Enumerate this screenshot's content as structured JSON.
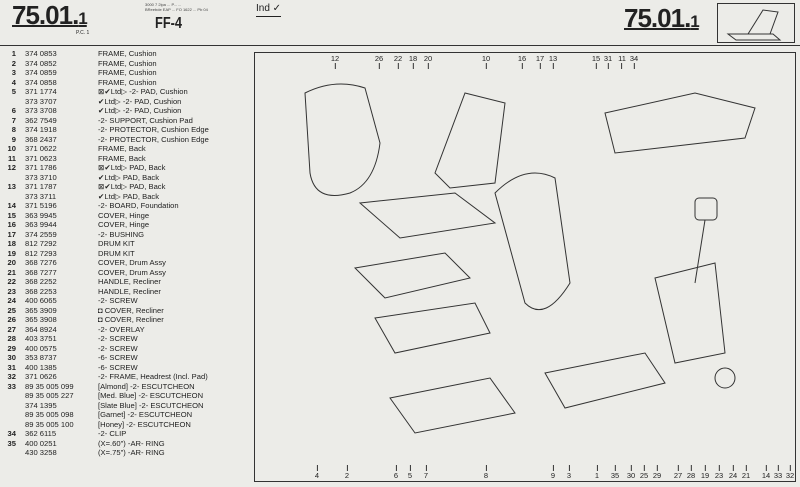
{
  "header": {
    "section_left": "75.01.",
    "section_left_sub": "1",
    "page_ref": "P.C. 1",
    "model": "FF-4",
    "fine_print": [
      "3000 7 2ipa ... P... ...",
      "BReebde EAP ... FO 1622 ... Pb 04"
    ],
    "indicator": "Ind",
    "section_right": "75.01.",
    "section_right_sub": "1"
  },
  "parts": [
    {
      "n": "1",
      "p": "374 0853",
      "d": "FRAME, Cushion"
    },
    {
      "n": "2",
      "p": "374 0852",
      "d": "FRAME, Cushion"
    },
    {
      "n": "3",
      "p": "374 0859",
      "d": "FRAME, Cushion"
    },
    {
      "n": "4",
      "p": "374 0858",
      "d": "FRAME, Cushion"
    },
    {
      "n": "5",
      "p": "371 1774",
      "d": "⊠✔Ltd▷ -2- PAD, Cushion"
    },
    {
      "n": "",
      "p": "373 3707",
      "d": "✔Ltd▷ -2- PAD, Cushion"
    },
    {
      "n": "6",
      "p": "373 3708",
      "d": "✔Ltd▷ -2- PAD, Cushion"
    },
    {
      "n": "7",
      "p": "362 7549",
      "d": "-2- SUPPORT, Cushion Pad"
    },
    {
      "n": "8",
      "p": "374 1918",
      "d": "-2- PROTECTOR, Cushion Edge"
    },
    {
      "n": "9",
      "p": "368 2437",
      "d": "-2- PROTECTOR, Cushion Edge"
    },
    {
      "n": "10",
      "p": "371 0622",
      "d": "FRAME, Back"
    },
    {
      "n": "11",
      "p": "371 0623",
      "d": "FRAME, Back"
    },
    {
      "n": "12",
      "p": "371 1786",
      "d": "⊠✔Ltd▷ PAD, Back"
    },
    {
      "n": "",
      "p": "373 3710",
      "d": "✔Ltd▷ PAD, Back"
    },
    {
      "n": "13",
      "p": "371 1787",
      "d": "⊠✔Ltd▷ PAD, Back"
    },
    {
      "n": "",
      "p": "373 3711",
      "d": "✔Ltd▷ PAD, Back"
    },
    {
      "n": "14",
      "p": "371 5196",
      "d": "-2- BOARD, Foundation"
    },
    {
      "n": "15",
      "p": "363 9945",
      "d": "COVER, Hinge"
    },
    {
      "n": "16",
      "p": "363 9944",
      "d": "COVER, Hinge"
    },
    {
      "n": "17",
      "p": "374 2559",
      "d": "-2- BUSHING"
    },
    {
      "n": "18",
      "p": "812 7292",
      "d": "DRUM KIT"
    },
    {
      "n": "19",
      "p": "812 7293",
      "d": "DRUM KIT"
    },
    {
      "n": "20",
      "p": "368 7276",
      "d": "COVER, Drum Assy"
    },
    {
      "n": "21",
      "p": "368 7277",
      "d": "COVER, Drum Assy"
    },
    {
      "n": "22",
      "p": "368 2252",
      "d": "HANDLE, Recliner"
    },
    {
      "n": "23",
      "p": "368 2253",
      "d": "HANDLE, Recliner"
    },
    {
      "n": "24",
      "p": "400 6065",
      "d": "-2- SCREW"
    },
    {
      "n": "25",
      "p": "365 3909",
      "d": "◘ COVER, Recliner"
    },
    {
      "n": "26",
      "p": "365 3908",
      "d": "◘ COVER, Recliner"
    },
    {
      "n": "27",
      "p": "364 8924",
      "d": "-2- OVERLAY"
    },
    {
      "n": "28",
      "p": "403 3751",
      "d": "-2- SCREW"
    },
    {
      "n": "29",
      "p": "400 0575",
      "d": "-2- SCREW"
    },
    {
      "n": "30",
      "p": "353 8737",
      "d": "-6- SCREW"
    },
    {
      "n": "31",
      "p": "400 1385",
      "d": "-6- SCREW"
    },
    {
      "n": "32",
      "p": "371 0626",
      "d": "-2- FRAME, Headrest (Incl. Pad)"
    },
    {
      "n": "33",
      "p": "89 35 005 099",
      "d": "[Almond] -2- ESCUTCHEON"
    },
    {
      "n": "",
      "p": "89 35 005 227",
      "d": "[Med. Blue] -2- ESCUTCHEON"
    },
    {
      "n": "",
      "p": "374 1395",
      "d": "[Slate Blue] -2- ESCUTCHEON"
    },
    {
      "n": "",
      "p": "89 35 005 098",
      "d": "[Garnet] -2- ESCUTCHEON"
    },
    {
      "n": "",
      "p": "89 35 005 100",
      "d": "[Honey] -2- ESCUTCHEON"
    },
    {
      "n": "34",
      "p": "362 6115",
      "d": "-2- CLIP"
    },
    {
      "n": "35",
      "p": "400 0251",
      "d": "(X=.60\") -AR- RING"
    },
    {
      "n": "",
      "p": "430 3258",
      "d": "(X=.75\") -AR- RING"
    }
  ],
  "callouts_top": [
    "12",
    "26",
    "22",
    "18",
    "20",
    "10",
    "16",
    "17",
    "13",
    "15",
    "31",
    "11",
    "34"
  ],
  "callouts_bottom": [
    "4",
    "2",
    "6",
    "5",
    "7",
    "8",
    "9",
    "3",
    "1",
    "35",
    "30",
    "25",
    "29",
    "27",
    "28",
    "19",
    "23",
    "24",
    "21",
    "14",
    "33",
    "32"
  ]
}
